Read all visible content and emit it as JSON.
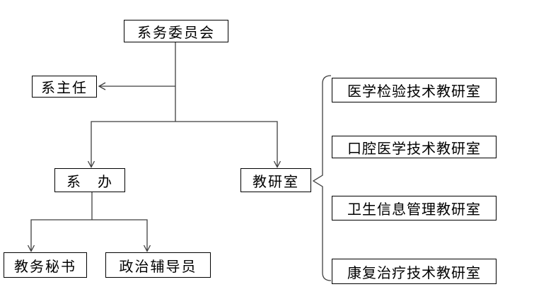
{
  "diagram": {
    "type": "org-chart",
    "background": "#ffffff",
    "box_border_color": "#000000",
    "line_color": "#3f3f3f",
    "text_color": "#000000",
    "nodes": {
      "committee": "系务委员会",
      "director": "系主任",
      "department_office": "系　办",
      "teaching_research_office": "教研室",
      "academic_secretary": "教务秘书",
      "political_counselor": "政治辅导员",
      "offices": [
        "医学检验技术教研室",
        "口腔医学技术教研室",
        "卫生信息管理教研室",
        "康复治疗技术教研室"
      ]
    },
    "edges": [
      {
        "from": "系务委员会",
        "to": "系主任",
        "style": "arrow"
      },
      {
        "from": "系务委员会",
        "to": "系　办",
        "style": "arrow"
      },
      {
        "from": "系务委员会",
        "to": "教研室",
        "style": "arrow"
      },
      {
        "from": "系　办",
        "to": "教务秘书",
        "style": "arrow"
      },
      {
        "from": "系　办",
        "to": "政治辅导员",
        "style": "arrow"
      },
      {
        "from": "教研室",
        "to": "医学检验技术教研室",
        "style": "brace"
      },
      {
        "from": "教研室",
        "to": "口腔医学技术教研室",
        "style": "brace"
      },
      {
        "from": "教研室",
        "to": "卫生信息管理教研室",
        "style": "brace"
      },
      {
        "from": "教研室",
        "to": "康复治疗技术教研室",
        "style": "brace"
      }
    ]
  }
}
